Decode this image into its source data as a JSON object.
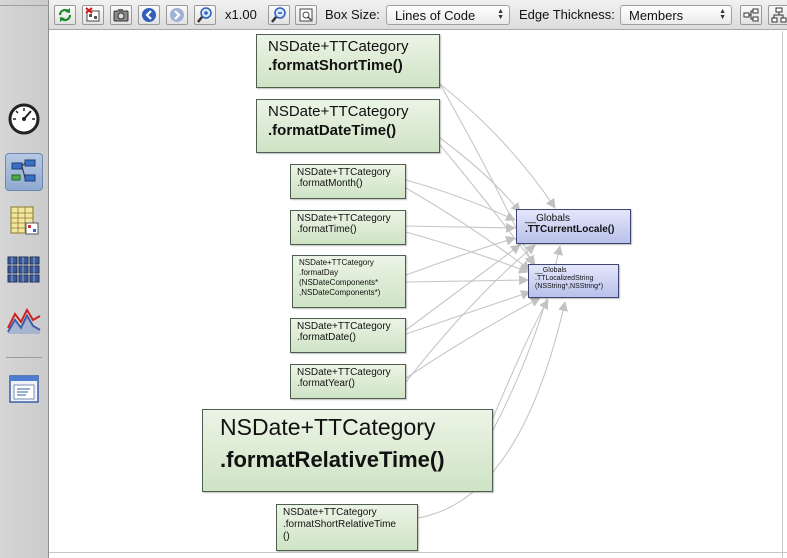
{
  "toolbar": {
    "zoom_level": "x1.00",
    "box_size_label": "Box Size:",
    "box_size_value": "Lines of Code",
    "edge_thickness_label": "Edge Thickness:",
    "edge_thickness_value": "Members"
  },
  "sidebar": {
    "items": [
      {
        "icon": "dashboard-gauge-icon"
      },
      {
        "icon": "dependency-graph-icon",
        "active": true
      },
      {
        "icon": "spreadsheet-report-icon"
      },
      {
        "icon": "treemap-icon"
      },
      {
        "icon": "line-chart-icon"
      },
      {
        "icon": "window-properties-icon"
      }
    ]
  },
  "graph": {
    "nodes": [
      {
        "class": "NSDate+TTCategory",
        "method": ".formatShortTime()"
      },
      {
        "class": "NSDate+TTCategory",
        "method": ".formatDateTime()"
      },
      {
        "class": "NSDate+TTCategory",
        "method": ".formatMonth()"
      },
      {
        "class": "NSDate+TTCategory",
        "method": ".formatTime()"
      },
      {
        "class": "NSDate+TTCategory",
        "method": ".formatDay",
        "args1": "(NSDateComponents*",
        "args2": ",NSDateComponents*)"
      },
      {
        "class": "NSDate+TTCategory",
        "method": ".formatDate()"
      },
      {
        "class": "NSDate+TTCategory",
        "method": ".formatYear()"
      },
      {
        "class": "NSDate+TTCategory",
        "method": ".formatRelativeTime()"
      },
      {
        "class": "NSDate+TTCategory",
        "method": ".formatShortRelativeTime",
        "args1": "()"
      }
    ],
    "globals": [
      {
        "class": "__Globals",
        "method": ".TTCurrentLocale()"
      },
      {
        "class": "__Globals",
        "method": ".TTLocalizedString",
        "args1": "(NSString*,NSString*)"
      }
    ]
  },
  "colors": {
    "node_fill": "#d8ead0",
    "global_fill": "#c6cbf0",
    "edge": "#c4c4c4",
    "selection": "#9db4d8"
  }
}
